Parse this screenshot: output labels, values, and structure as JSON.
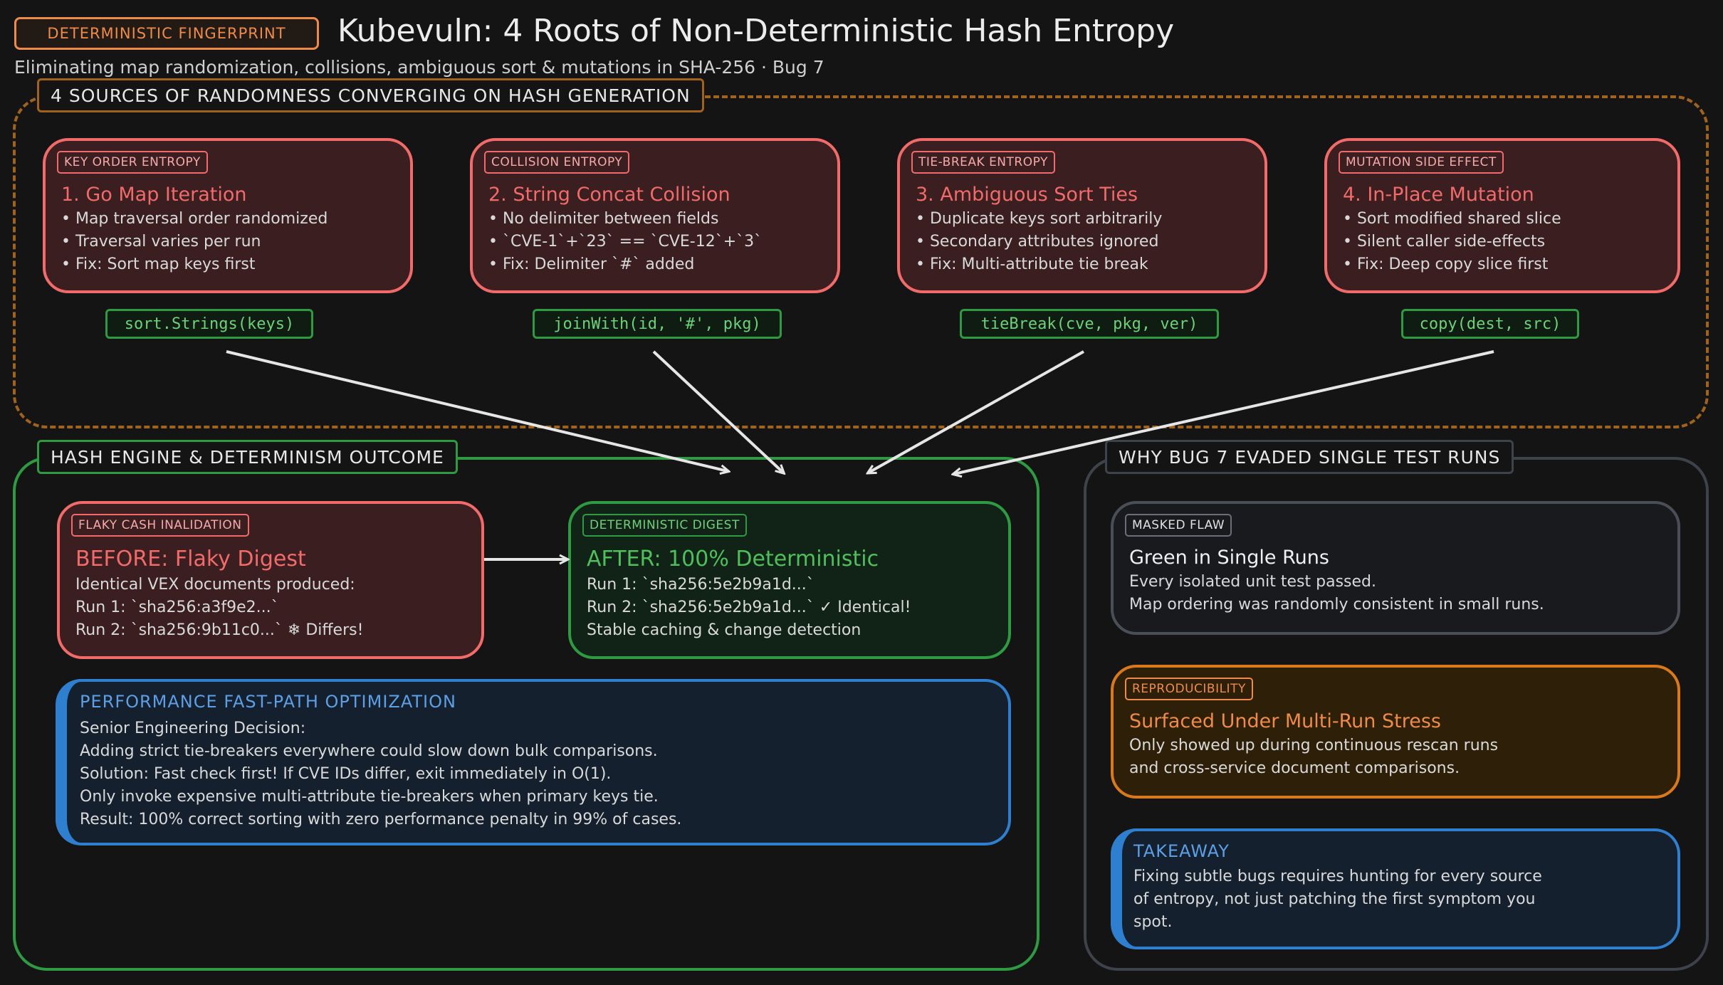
{
  "header": {
    "badge": "DETERMINISTIC FINGERPRINT",
    "title": "Kubevuln: 4 Roots of Non-Deterministic Hash Entropy",
    "subtitle": "Eliminating map randomization, collisions, ambiguous sort & mutations in SHA-256 · Bug 7"
  },
  "sources_zone": {
    "label": "4 SOURCES OF RANDOMNESS CONVERGING ON HASH GENERATION",
    "cards": [
      {
        "tag": "KEY ORDER ENTROPY",
        "title": "1. Go Map Iteration",
        "lines": [
          "• Map traversal order randomized",
          "• Traversal varies per run",
          "• Fix: Sort map keys first"
        ],
        "code": "sort.Strings(keys)"
      },
      {
        "tag": "COLLISION ENTROPY",
        "title": "2. String Concat Collision",
        "lines": [
          "• No delimiter between fields",
          "• `CVE-1`+`23` == `CVE-12`+`3`",
          "• Fix: Delimiter `#` added"
        ],
        "code": "joinWith(id, '#', pkg)"
      },
      {
        "tag": "TIE-BREAK ENTROPY",
        "title": "3. Ambiguous Sort Ties",
        "lines": [
          "• Duplicate keys sort arbitrarily",
          "• Secondary attributes ignored",
          "• Fix: Multi-attribute tie break"
        ],
        "code": "tieBreak(cve, pkg, ver)"
      },
      {
        "tag": "MUTATION SIDE EFFECT",
        "title": "4. In-Place Mutation",
        "lines": [
          "• Sort modified shared slice",
          "• Silent caller side-effects",
          "• Fix: Deep copy slice first"
        ],
        "code": "copy(dest, src)"
      }
    ]
  },
  "hash_zone": {
    "label": "HASH ENGINE & DETERMINISM OUTCOME",
    "before": {
      "tag": "FLAKY CASH INALIDATION",
      "title": "BEFORE: Flaky Digest",
      "lines": [
        "Identical VEX documents produced:",
        "Run 1: `sha256:a3f9e2...`",
        "Run 2: `sha256:9b11c0...` ❄ Differs!"
      ]
    },
    "after": {
      "tag": "DETERMINISTIC DIGEST",
      "title": "AFTER: 100% Deterministic",
      "lines": [
        "Run 1: `sha256:5e2b9a1d...`",
        "Run 2: `sha256:5e2b9a1d...` ✓ Identical!",
        "Stable caching & change detection"
      ]
    },
    "perf": {
      "title": "PERFORMANCE FAST-PATH OPTIMIZATION",
      "lines": [
        "Senior Engineering Decision:",
        "Adding strict tie-breakers everywhere could slow down bulk comparisons.",
        "Solution: Fast check first! If CVE IDs differ, exit immediately in O(1).",
        "Only invoke expensive multi-attribute tie-breakers when primary keys tie.",
        "Result: 100% correct sorting with zero performance penalty in 99% of cases."
      ]
    }
  },
  "why_zone": {
    "label": "WHY BUG 7 EVADED SINGLE TEST RUNS",
    "masked": {
      "tag": "MASKED FLAW",
      "title": "Green in Single Runs",
      "lines": [
        "Every isolated unit test passed.",
        "Map ordering was randomly consistent in small runs."
      ]
    },
    "repro": {
      "tag": "REPRODUCIBILITY",
      "title": "Surfaced Under Multi-Run Stress",
      "lines": [
        "Only showed up during continuous rescan runs",
        "and cross-service document comparisons."
      ]
    },
    "takeaway": {
      "title": "TAKEAWAY",
      "lines": [
        "Fixing subtle bugs requires hunting for every source",
        "of entropy, not just patching the first symptom you",
        "spot."
      ]
    }
  },
  "colors": {
    "background": "#141414",
    "red": "#f26a6a",
    "green": "#2e9a42",
    "blue": "#2f7fd0",
    "orange": "#d9791c",
    "gray": "#4a4e56",
    "arrow": "#e6e6e6"
  }
}
